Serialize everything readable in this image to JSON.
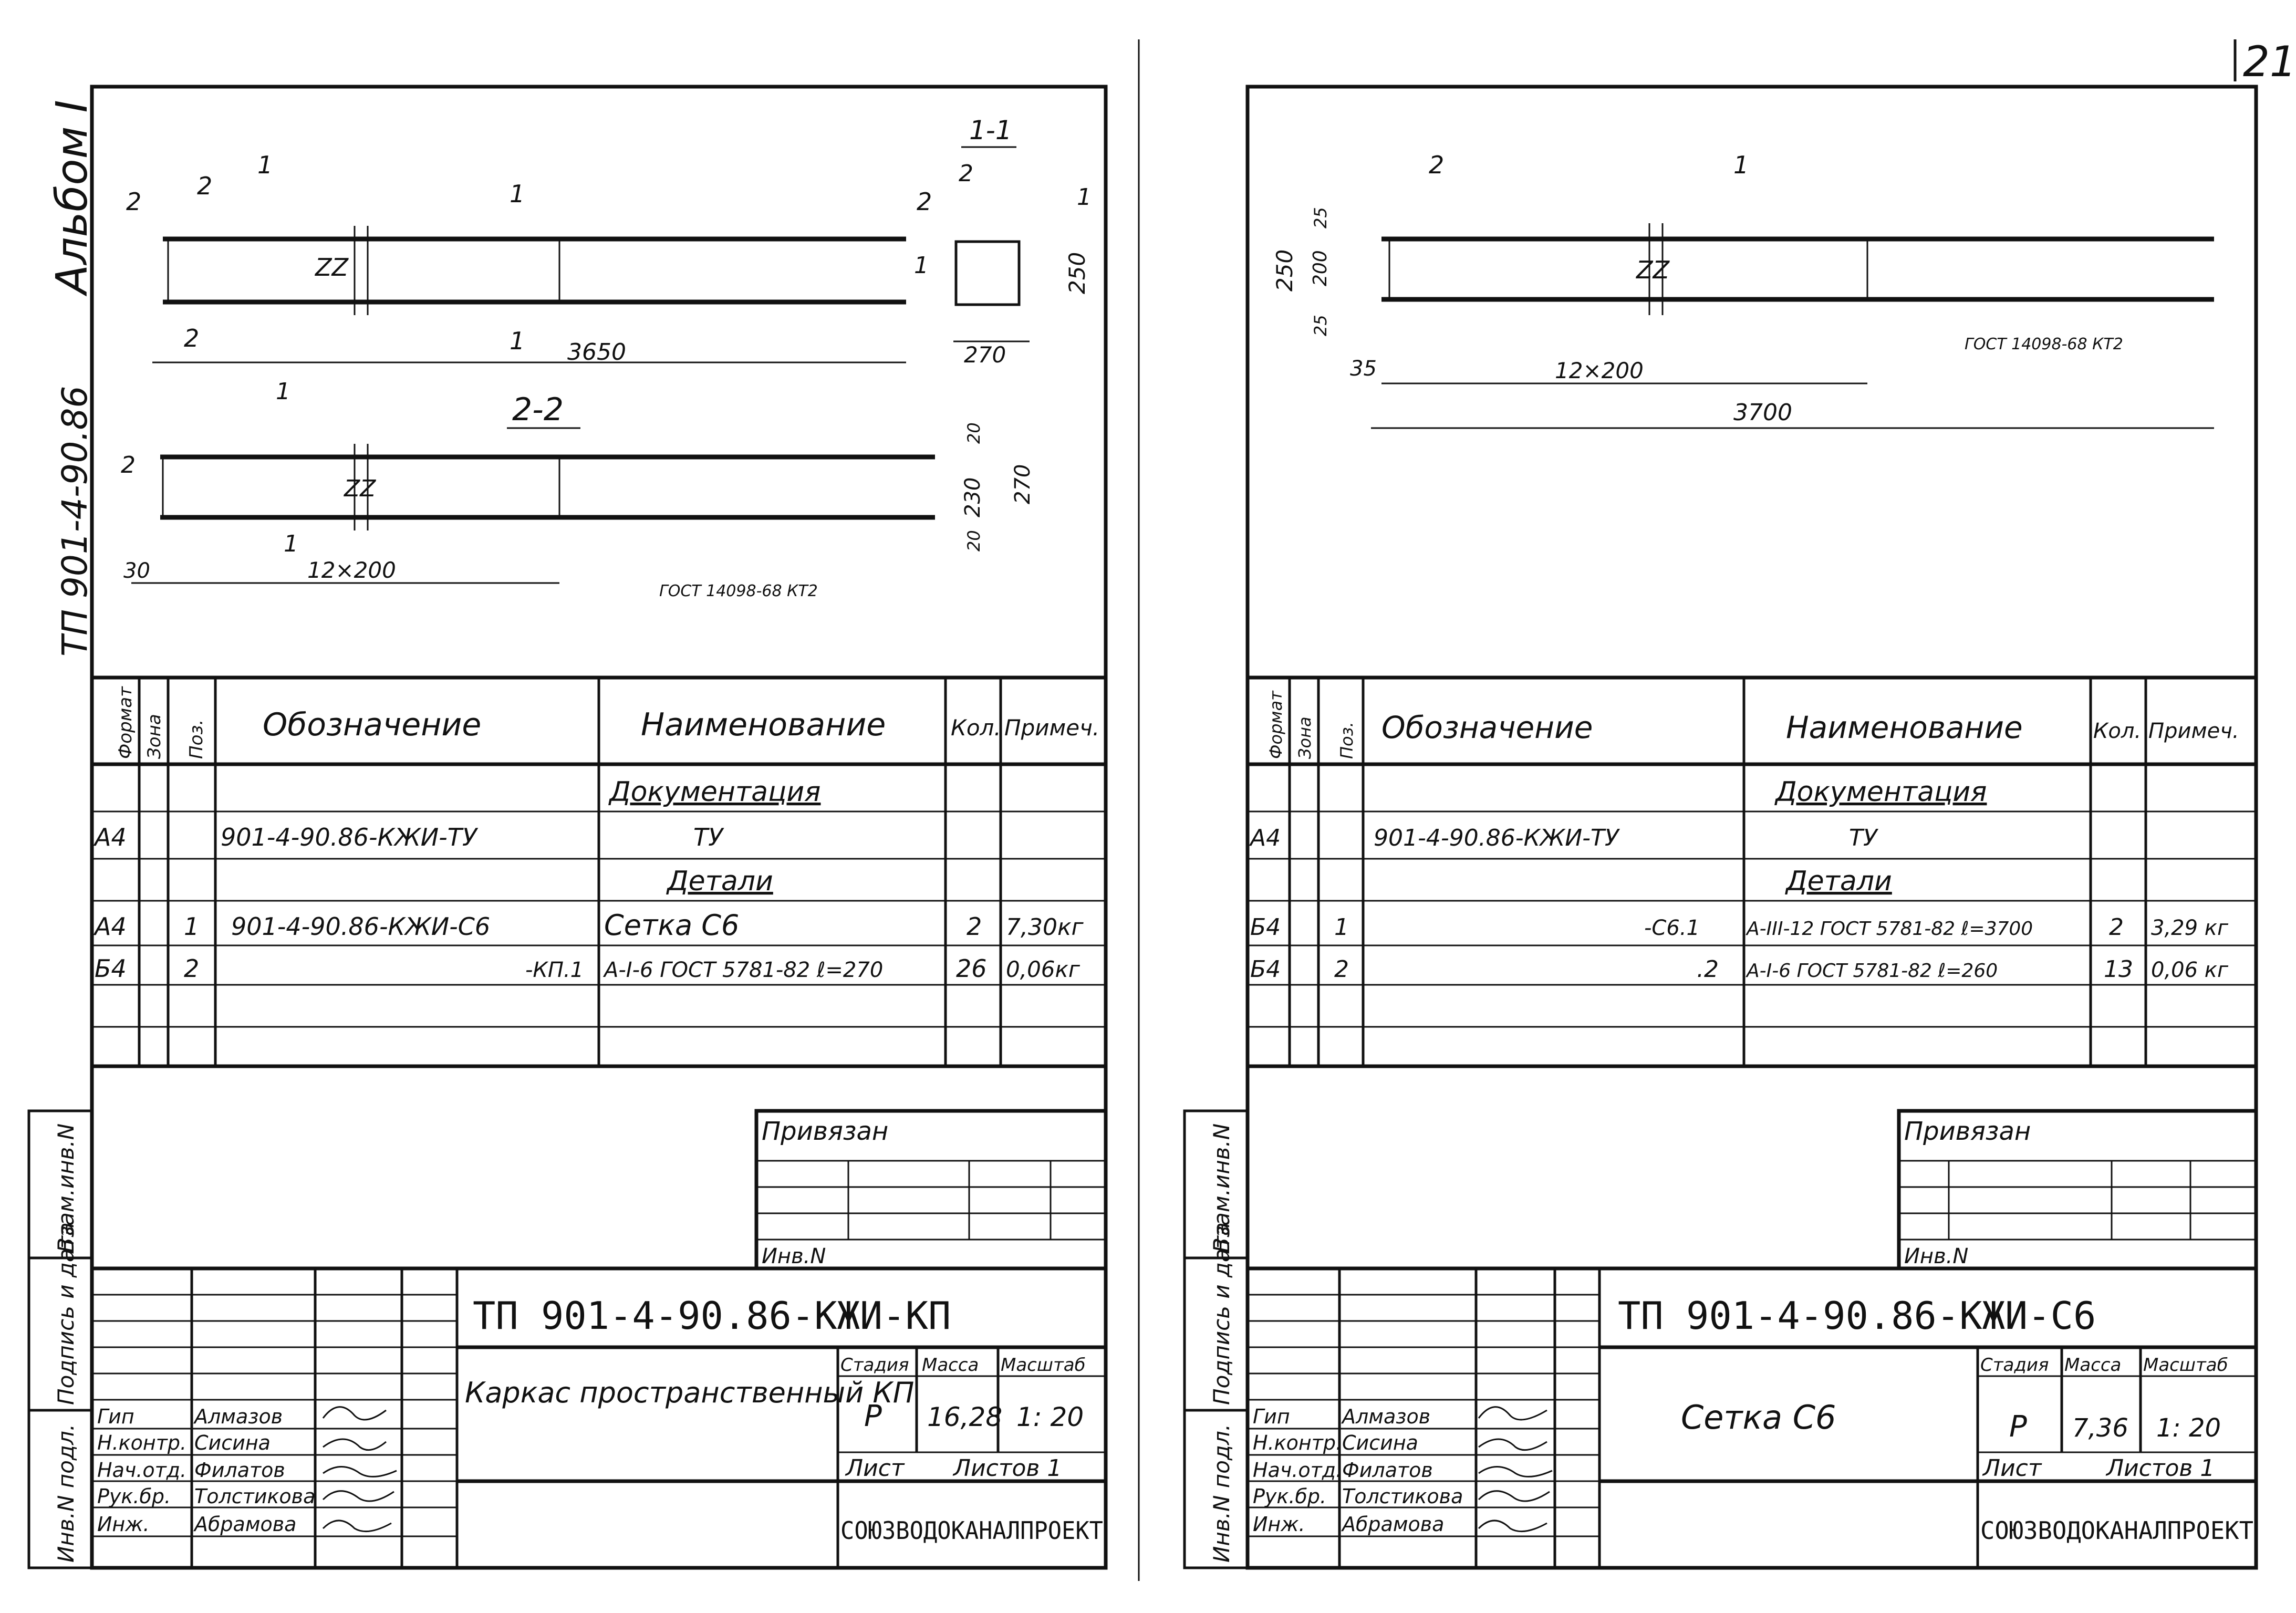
{
  "page": {
    "number": "21"
  },
  "side": {
    "album": "Альбом I",
    "series": "ТП 901-4-90.86"
  },
  "margin": {
    "inv_podl": "Инв.N подл.",
    "podpis": "Подпись и дата",
    "vzam": "Взам.инв.N"
  },
  "left": {
    "drawing": {
      "section_main": "1-1",
      "section_22": "2-2",
      "mark_1": "1",
      "mark_2": "2",
      "dim_3650": "3650",
      "dim_250": "250",
      "dim_270": "270",
      "dim_30": "30",
      "dim_step": "12×200",
      "dim_20": "20",
      "dim_230": "230",
      "gost": "ГОСТ 14098-68 КТ2"
    },
    "spec": {
      "headers": [
        "Формат",
        "Зона",
        "Поз.",
        "Обозначение",
        "Наименование",
        "Кол.",
        "Примеч."
      ],
      "section_docs": "Документация",
      "section_details": "Детали",
      "rows": [
        [
          "А4",
          "",
          "",
          "901-4-90.86-КЖИ-ТУ",
          "ТУ",
          "",
          ""
        ],
        [
          "А4",
          "",
          "1",
          "901-4-90.86-КЖИ-С6",
          "Сетка С6",
          "2",
          "7,30кг"
        ],
        [
          "Б4",
          "",
          "2",
          "-КП.1",
          "А-I-6 ГОСТ 5781-82 ℓ=270",
          "26",
          "0,06кг"
        ]
      ]
    },
    "stamp": {
      "privyazan": "Привязан",
      "inv": "Инв.N",
      "code": "ТП 901-4-90.86-КЖИ-КП",
      "title": "Каркас пространственный КП",
      "stadia_h": "Стадия",
      "massa_h": "Масса",
      "masshtab_h": "Масштаб",
      "stadia": "Р",
      "massa": "16,28",
      "masshtab": "1: 20",
      "list": "Лист",
      "listov": "Листов 1",
      "org": "СОЮЗВОДОКАНАЛПРОЕКТ",
      "people": [
        [
          "Гип",
          "Алмазов"
        ],
        [
          "Н.контр.",
          "Сисина"
        ],
        [
          "Нач.отд.",
          "Филатов"
        ],
        [
          "Рук.бр.",
          "Толстикова"
        ],
        [
          "Инж.",
          "Абрамова"
        ]
      ]
    }
  },
  "right": {
    "drawing": {
      "mark_1": "1",
      "mark_2": "2",
      "dim_250": "250",
      "dim_200": "200",
      "dim_25a": "25",
      "dim_25b": "25",
      "dim_35": "35",
      "dim_step": "12×200",
      "dim_3700": "3700",
      "gost": "ГОСТ 14098-68 КТ2"
    },
    "spec": {
      "headers": [
        "Формат",
        "Зона",
        "Поз.",
        "Обозначение",
        "Наименование",
        "Кол.",
        "Примеч."
      ],
      "section_docs": "Документация",
      "section_details": "Детали",
      "rows": [
        [
          "А4",
          "",
          "",
          "901-4-90.86-КЖИ-ТУ",
          "ТУ",
          "",
          ""
        ],
        [
          "Б4",
          "",
          "1",
          "-С6.1",
          "А-III-12 ГОСТ 5781-82 ℓ=3700",
          "2",
          "3,29 кг"
        ],
        [
          "Б4",
          "",
          "2",
          ".2",
          "А-I-6 ГОСТ 5781-82 ℓ=260",
          "13",
          "0,06 кг"
        ]
      ]
    },
    "stamp": {
      "privyazan": "Привязан",
      "inv": "Инв.N",
      "code": "ТП 901-4-90.86-КЖИ-С6",
      "title": "Сетка С6",
      "stadia_h": "Стадия",
      "massa_h": "Масса",
      "masshtab_h": "Масштаб",
      "stadia": "Р",
      "massa": "7,36",
      "masshtab": "1: 20",
      "list": "Лист",
      "listov": "Листов 1",
      "org": "СОЮЗВОДОКАНАЛПРОЕКТ",
      "people": [
        [
          "Гип",
          "Алмазов"
        ],
        [
          "Н.контр.",
          "Сисина"
        ],
        [
          "Нач.отд.",
          "Филатов"
        ],
        [
          "Рук.бр.",
          "Толстикова"
        ],
        [
          "Инж.",
          "Абрамова"
        ]
      ]
    }
  }
}
